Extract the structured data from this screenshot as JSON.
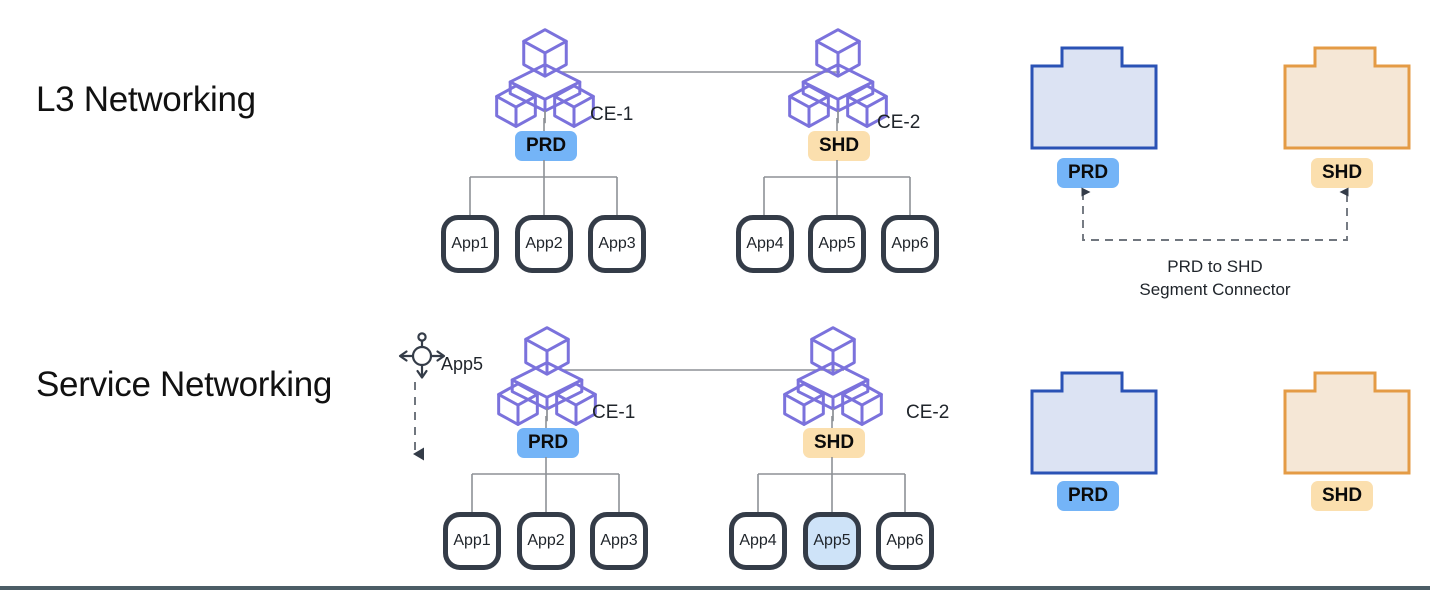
{
  "page": {
    "background": "#ffffff",
    "bottom_rule_color": "#4C5D66"
  },
  "colors": {
    "cluster_purple": "#7B72DC",
    "prd_badge": "#74B4F7",
    "shd_badge": "#FBDFAE",
    "prd_segment_fill": "#DCE3F3",
    "prd_segment_stroke": "#2A52B5",
    "shd_segment_fill": "#F5E7D6",
    "shd_segment_stroke": "#E49B45",
    "app_node_stroke": "#343C48",
    "app_node_highlight_fill": "#CEE3F8",
    "link_gray": "#8D9196",
    "dashed_arrow": "#343C48"
  },
  "sections": [
    {
      "id": "l3-networking",
      "title": "L3 Networking",
      "clusters": [
        {
          "id": "ce-1",
          "icon": "cluster-cubes-icon",
          "label": "CE-1",
          "badge": {
            "text": "PRD",
            "variant": "prd"
          },
          "apps": [
            {
              "label": "App1",
              "highlight": false
            },
            {
              "label": "App2",
              "highlight": false
            },
            {
              "label": "App3",
              "highlight": false
            }
          ]
        },
        {
          "id": "ce-2",
          "icon": "cluster-cubes-icon",
          "label": "CE-2",
          "badge": {
            "text": "SHD",
            "variant": "shd"
          },
          "apps": [
            {
              "label": "App4",
              "highlight": false
            },
            {
              "label": "App5",
              "highlight": false
            },
            {
              "label": "App6",
              "highlight": false
            }
          ]
        }
      ],
      "segments": [
        {
          "id": "prd-segment",
          "badge": "PRD",
          "variant": "prd"
        },
        {
          "id": "shd-segment",
          "badge": "SHD",
          "variant": "shd"
        }
      ],
      "connector": {
        "visible": true,
        "label_line1": "PRD to SHD",
        "label_line2": "Segment Connector",
        "style": "dashed",
        "arrows": "both-ends-up"
      },
      "service_endpoint": {
        "visible": false,
        "label": ""
      }
    },
    {
      "id": "service-networking",
      "title": "Service Networking",
      "clusters": [
        {
          "id": "ce-1",
          "icon": "cluster-cubes-icon",
          "label": "CE-1",
          "badge": {
            "text": "PRD",
            "variant": "prd"
          },
          "apps": [
            {
              "label": "App1",
              "highlight": false
            },
            {
              "label": "App2",
              "highlight": false
            },
            {
              "label": "App3",
              "highlight": false
            }
          ]
        },
        {
          "id": "ce-2",
          "icon": "cluster-cubes-icon",
          "label": "CE-2",
          "badge": {
            "text": "SHD",
            "variant": "shd"
          },
          "apps": [
            {
              "label": "App4",
              "highlight": false
            },
            {
              "label": "App5",
              "highlight": true
            },
            {
              "label": "App6",
              "highlight": false
            }
          ]
        }
      ],
      "segments": [
        {
          "id": "prd-segment",
          "badge": "PRD",
          "variant": "prd"
        },
        {
          "id": "shd-segment",
          "badge": "SHD",
          "variant": "shd"
        }
      ],
      "connector": {
        "visible": false,
        "label_line1": "",
        "label_line2": "",
        "style": "",
        "arrows": ""
      },
      "service_endpoint": {
        "visible": true,
        "icon": "service-endpoint-icon",
        "label": "App5",
        "arrow": "dashed-down-arrow"
      }
    }
  ]
}
